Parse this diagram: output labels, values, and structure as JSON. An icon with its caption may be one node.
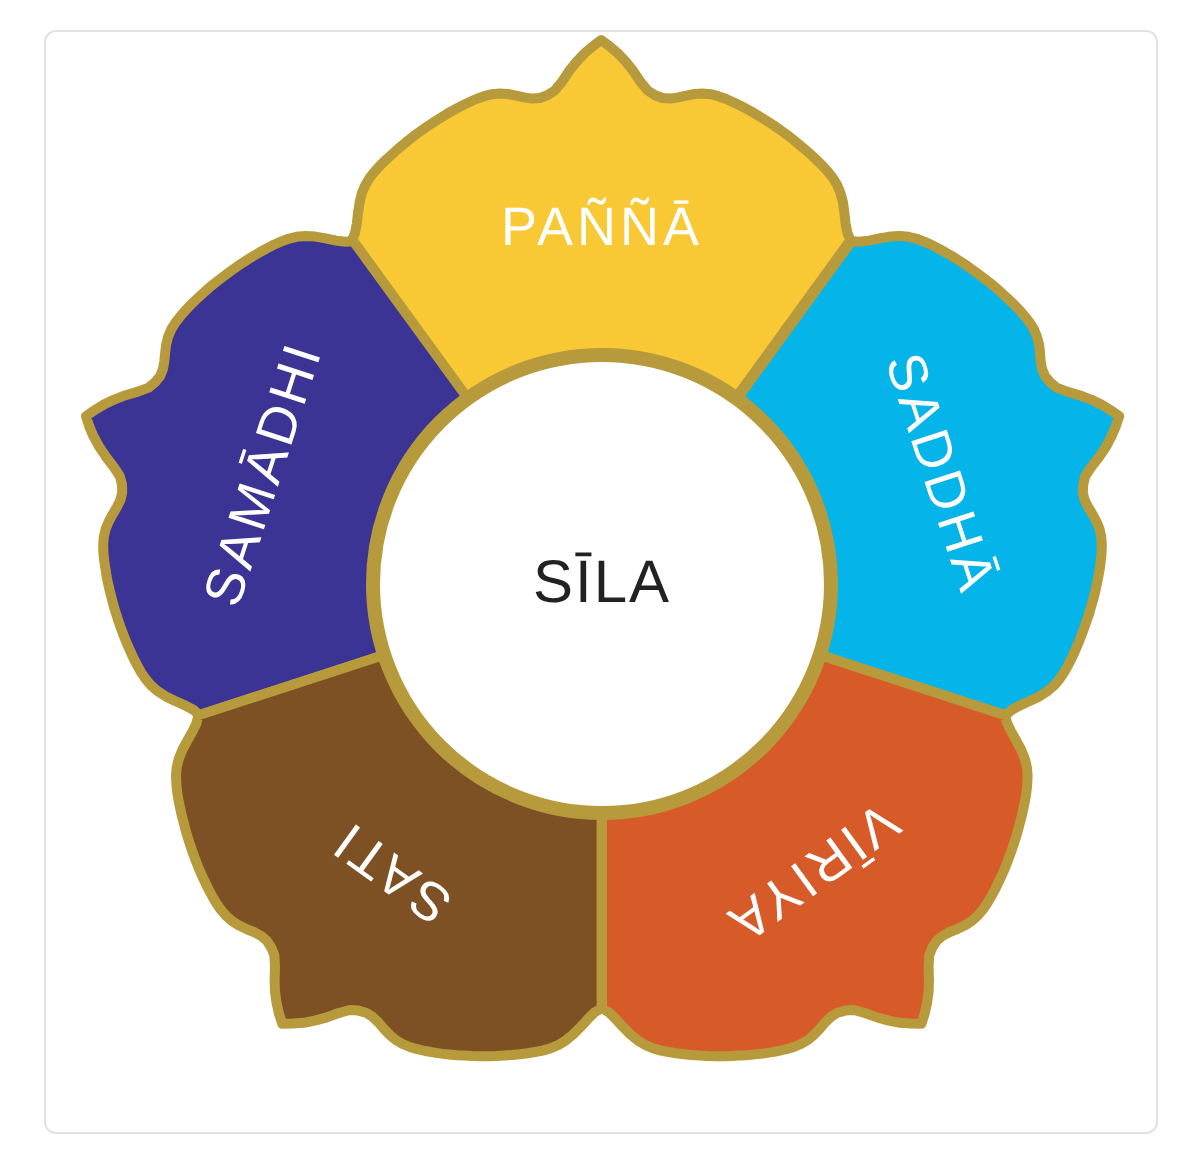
{
  "diagram": {
    "nodes": [
      {
        "text": [
          "PAÑÑĀ"
        ]
      },
      {
        "text": [
          "SAMĀDHI"
        ]
      },
      {
        "text": [
          "SĪLA"
        ]
      },
      {
        "text": [
          "SADDHĀ"
        ]
      },
      {
        "text": [
          "SATI"
        ]
      },
      {
        "text": [
          "VĪRIYA"
        ]
      }
    ]
  }
}
